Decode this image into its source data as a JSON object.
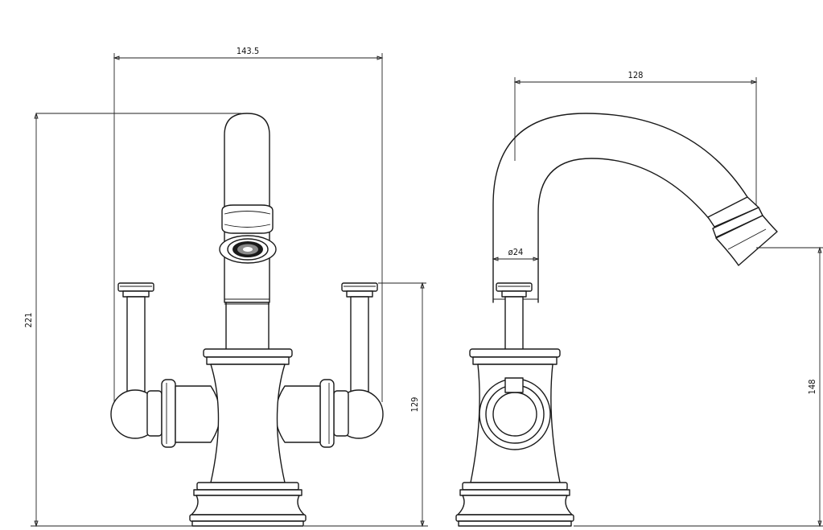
{
  "dimensions": {
    "overall_width": "143.5",
    "overall_height": "221",
    "handle_height": "129",
    "spout_reach": "128",
    "spout_diameter": "ø24",
    "spout_height": "148"
  }
}
